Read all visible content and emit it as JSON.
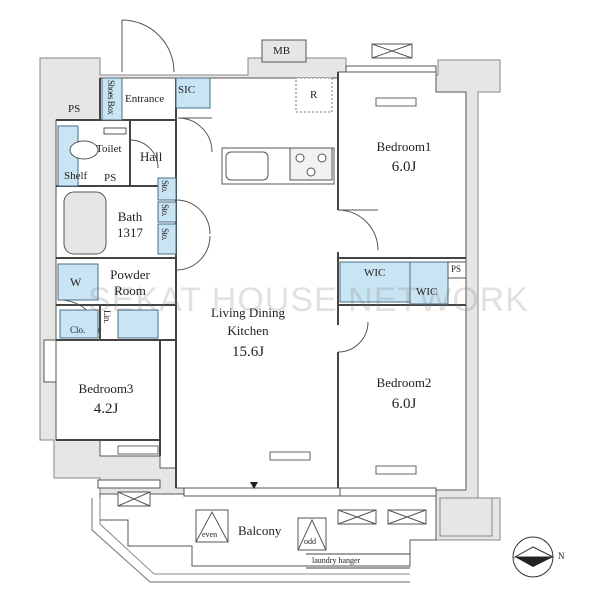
{
  "rooms": {
    "bedroom1": {
      "name": "Bedroom1",
      "size": "6.0J"
    },
    "bedroom2": {
      "name": "Bedroom2",
      "size": "6.0J"
    },
    "bedroom3": {
      "name": "Bedroom3",
      "size": "4.2J"
    },
    "ldk": {
      "name_line1": "Living Dining",
      "name_line2": "Kitchen",
      "size": "15.6J"
    },
    "bath": {
      "name": "Bath",
      "code": "1317"
    },
    "powder": {
      "line1": "Powder",
      "line2": "Room"
    },
    "entrance": "Entrance",
    "hall": "Hall",
    "toilet": "Toilet",
    "balcony": "Balcony"
  },
  "fixtures": {
    "mb": "MB",
    "sic": "SIC",
    "ps": "PS",
    "shoes_box": "Shoes Box",
    "shelf": "Shelf",
    "wic": "WIC",
    "sto": "Sto.",
    "lin": "Lin.",
    "clo": "Clo.",
    "w": "W",
    "r": "R",
    "even": "even",
    "odd": "odd",
    "laundry_hanger": "laundry hanger",
    "north": "N"
  },
  "watermark": "SEKAT HOUSE NETWORK",
  "colors": {
    "wall_fill": "#e6e6e6",
    "wall_line": "#888888",
    "fixture_blue": "#c9e4f3",
    "line": "#333333"
  }
}
